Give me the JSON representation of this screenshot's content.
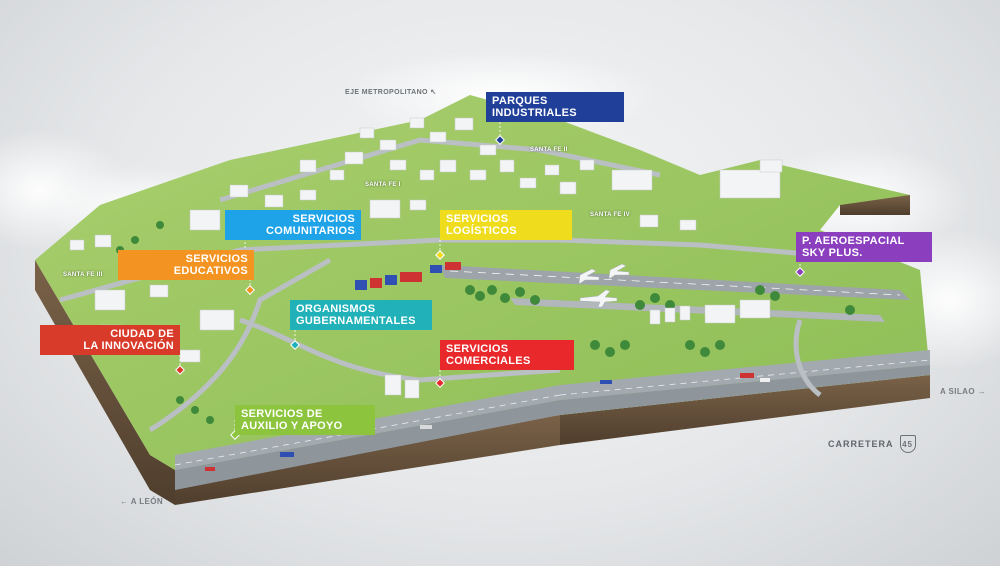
{
  "labels": {
    "parques_industriales": {
      "line1": "PARQUES",
      "line2": "INDUSTRIALES",
      "color": "#1f3f99"
    },
    "servicios_comunitarios": {
      "line1": "SERVICIOS",
      "line2": "COMUNITARIOS",
      "color": "#1ea3e8"
    },
    "servicios_logisticos": {
      "line1": "SERVICIOS",
      "line2": "LOGÍSTICOS",
      "color": "#efdc1c"
    },
    "p_aeroespacial": {
      "line1": "P. AEROESPACIAL",
      "line2": "SKY PLUS.",
      "color": "#8b3fbf"
    },
    "servicios_educativos": {
      "line1": "SERVICIOS",
      "line2": "EDUCATIVOS",
      "color": "#f39321"
    },
    "organismos_gubernamentales": {
      "line1": "ORGANISMOS",
      "line2": "GUBERNAMENTALES",
      "color": "#20b2b8"
    },
    "ciudad_innovacion": {
      "line1": "CIUDAD DE",
      "line2": "LA INNOVACIÓN",
      "color": "#d93b2b"
    },
    "servicios_comerciales": {
      "line1": "SERVICIOS",
      "line2": "COMERCIALES",
      "color": "#e8282a"
    },
    "servicios_auxilio": {
      "line1": "SERVICIOS DE",
      "line2": "AUXILIO Y APOYO",
      "color": "#8cc43e"
    }
  },
  "roads": {
    "eje_metropolitano": "EJE METROPOLITANO",
    "a_silao": "A SILAO",
    "a_leon": "A LEÓN",
    "carretera": "CARRETERA",
    "carretera_number": "45"
  },
  "blocks": {
    "santa_fe_i": "SANTA FE I",
    "santa_fe_ii": "SANTA FE II",
    "santa_fe_iii": "SANTA FE III",
    "santa_fe_iv": "SANTA FE IV"
  }
}
